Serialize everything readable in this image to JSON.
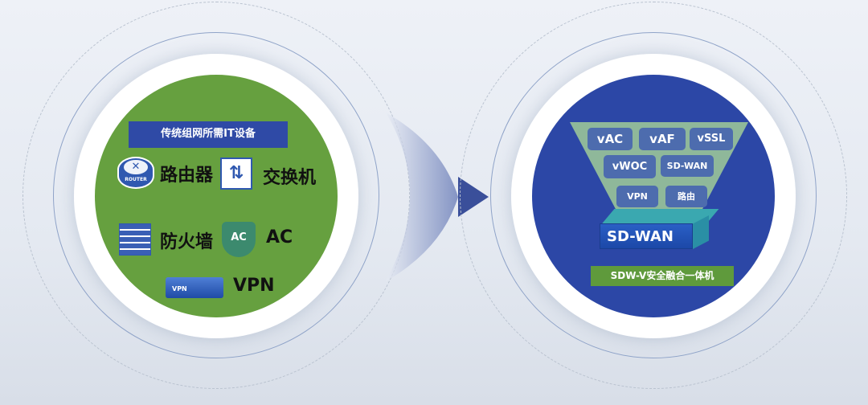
{
  "left": {
    "title": "传统组网所需IT设备",
    "items": [
      {
        "label": "路由器",
        "icon": "router-icon",
        "icon_text": "ROUTER"
      },
      {
        "label": "交换机",
        "icon": "switch-icon"
      },
      {
        "label": "防火墙",
        "icon": "firewall-icon"
      },
      {
        "label": "AC",
        "icon": "ac-shield-icon",
        "icon_text": "AC"
      },
      {
        "label": "VPN",
        "icon": "vpn-device-icon",
        "icon_text": "VPN"
      }
    ]
  },
  "right": {
    "tiles": [
      "vAC",
      "vAF",
      "vSSL",
      "vWOC",
      "SD-WAN",
      "VPN",
      "路由"
    ],
    "device_label": "SD-WAN",
    "caption": "SDW-V安全融合一体机"
  },
  "colors": {
    "green": "#66a03f",
    "blue": "#2c47a6"
  }
}
